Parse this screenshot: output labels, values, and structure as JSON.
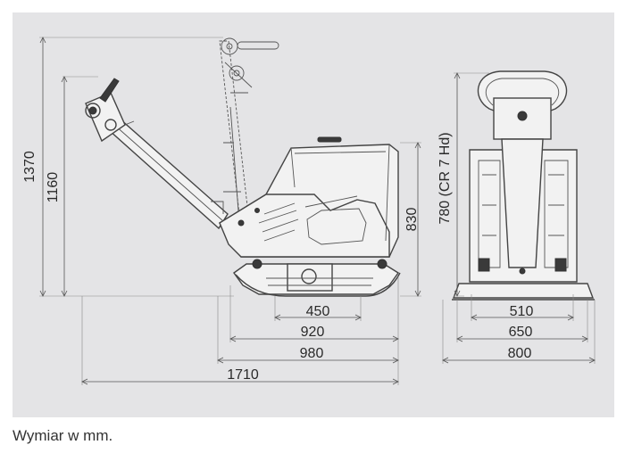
{
  "caption": "Wymiar w mm.",
  "colors": {
    "panel_background": "#e4e4e6",
    "line_color": "#444444",
    "page_background": "#ffffff"
  },
  "dimensions": {
    "side_view": {
      "total_height": "1370",
      "handle_height": "1160",
      "machine_height": "830",
      "plate_width": "450",
      "base_width": "920",
      "body_length": "980",
      "total_length": "1710"
    },
    "front_view": {
      "height": "780 (CR 7 Hd)",
      "width_inner": "510",
      "width_mid": "650",
      "width_total": "800"
    }
  }
}
